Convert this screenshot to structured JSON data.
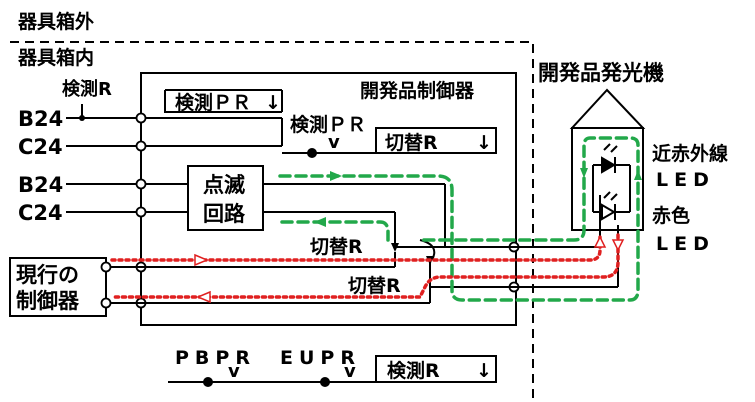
{
  "labels": {
    "outside_enclosure": "器具箱外",
    "inside_enclosure": "器具箱内",
    "detect_r_top": "検測R",
    "b24_top": "B24",
    "c24_top": "C24",
    "b24_mid": "B24",
    "c24_mid": "C24",
    "controller_title": "開発品制御器",
    "detect_pr_relay": "検測ＰＲ",
    "detect_pr_contact": "検測ＰＲ",
    "switch_r_relay": "切替R",
    "blink_circuit_line1": "点滅",
    "blink_circuit_line2": "回路",
    "switch_r_contact1": "切替R",
    "switch_r_contact2": "切替R",
    "current_ctrl_line1": "現行の",
    "current_ctrl_line2": "制御器",
    "emitter_title": "開発品発光機",
    "ir_led_line1": "近赤外線",
    "ir_led_line2": "LED",
    "red_led_line1": "赤色",
    "red_led_line2": "LED",
    "pbpr": "PBPR",
    "eupr": "EUPR",
    "detect_r_relay": "検測R",
    "arrow_down": "↓"
  },
  "colors": {
    "line": "#000000",
    "green_path": "#22a84a",
    "red_path": "#e02020"
  }
}
